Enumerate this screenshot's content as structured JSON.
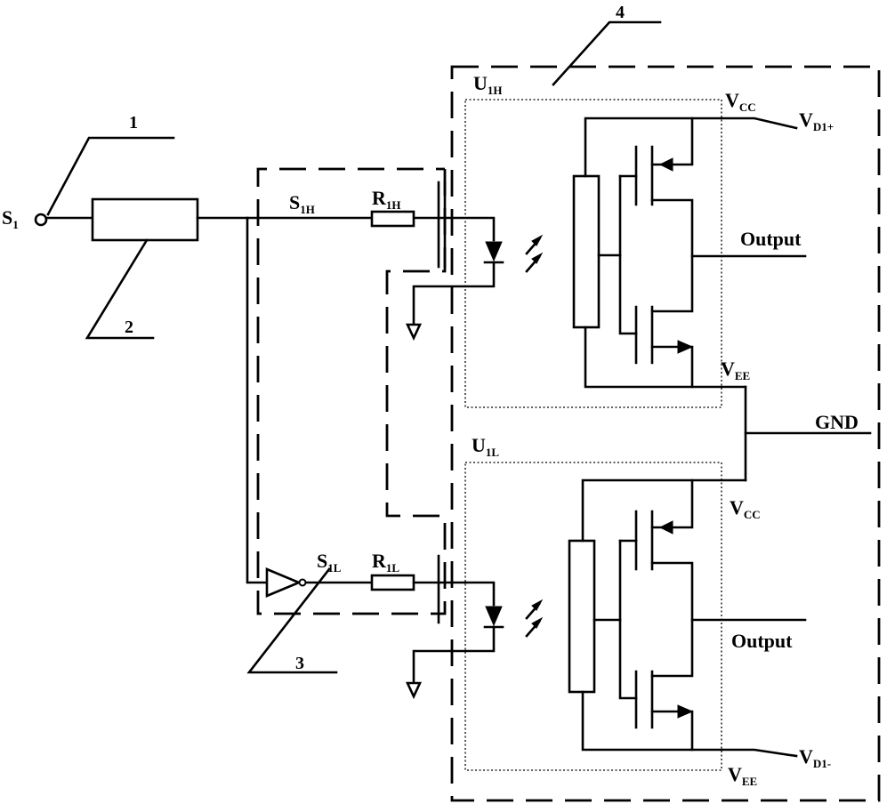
{
  "labels": {
    "s1_main": "S",
    "s1_sub": "1",
    "s1h_main": "S",
    "s1h_sub": "1H",
    "r1h_main": "R",
    "r1h_sub": "1H",
    "s1l_main": "S",
    "s1l_sub": "1L",
    "r1l_main": "R",
    "r1l_sub": "1L",
    "u1h_main": "U",
    "u1h_sub": "1H",
    "u1l_main": "U",
    "u1l_sub": "1L",
    "vcc_top_main": "V",
    "vcc_top_sub": "CC",
    "vd1p_main": "V",
    "vd1p_sub": "D1+",
    "vee_top_main": "V",
    "vee_top_sub": "EE",
    "vcc_bot_main": "V",
    "vcc_bot_sub": "CC",
    "vd1m_main": "V",
    "vd1m_sub": "D1-",
    "vee_bot_main": "V",
    "vee_bot_sub": "EE",
    "output_top": "Output",
    "output_bottom": "Output",
    "gnd": "GND"
  },
  "callouts": {
    "one": "1",
    "two": "2",
    "three": "3",
    "four": "4"
  }
}
